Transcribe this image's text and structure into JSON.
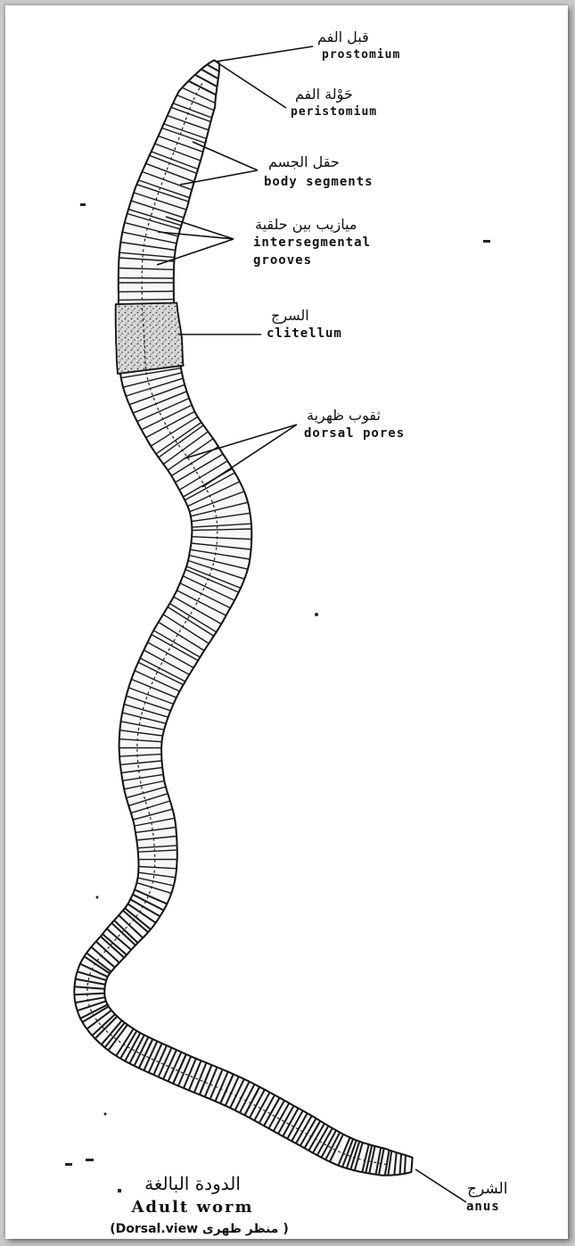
{
  "labels": {
    "prostomium": {
      "ar": "قبل الفم",
      "en": "prostomium"
    },
    "peristomium": {
      "ar": "حَوْلة الفم",
      "en": "peristomium"
    },
    "body_segments": {
      "ar": "حقل الجسم",
      "en": "body segments"
    },
    "intersegmental_grooves": {
      "ar": "ميازيب بين حلقية",
      "en1": "intersegmental",
      "en2": "grooves"
    },
    "clitellum": {
      "ar": "السرج",
      "en": "clitellum"
    },
    "dorsal_pores": {
      "ar": "ثقوب ظهرية",
      "en": "dorsal pores"
    },
    "anus": {
      "ar": "الشرج",
      "en": "anus"
    }
  },
  "caption": {
    "ar": "الدودة البالغة",
    "en": "Adult worm",
    "view": "(Dorsal.view منظر ظهرى )"
  },
  "colors": {
    "ink": "#111111",
    "paper": "#ffffff",
    "frame": "#c9c9c9"
  }
}
